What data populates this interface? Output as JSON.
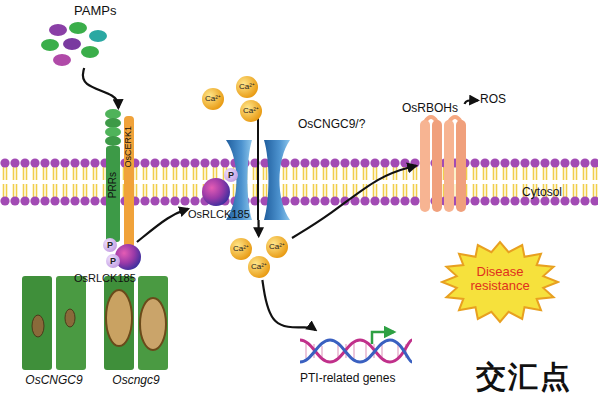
{
  "diagram": {
    "nodes": [
      {
        "text": [
          "PAMPs"
        ]
      },
      {
        "text": [
          "PRRs",
          "OsCERK1"
        ]
      },
      {
        "text": [
          "OsRLCK185"
        ]
      },
      {
        "text": [
          "OsRLCK185"
        ]
      },
      {
        "text": [
          "OsCNGC9/?"
        ]
      },
      {
        "text": [
          "Ca²⁺",
          "Ca²⁺",
          "Ca²⁺"
        ]
      },
      {
        "text": [
          "OsRBOHs"
        ]
      },
      {
        "text": [
          "ROS"
        ]
      },
      {
        "text": [
          "PTI-related genes"
        ]
      },
      {
        "text": [
          "Disease resistance"
        ]
      },
      {
        "text": [
          "OsCNGC9"
        ]
      },
      {
        "text": [
          "Oscngc9"
        ]
      }
    ],
    "edges": [
      {
        "from": 0,
        "to": 1,
        "arrow": "to"
      },
      {
        "from": 2,
        "to": 3,
        "arrow": "to"
      },
      {
        "from": 4,
        "to": 5,
        "arrow": "to"
      },
      {
        "from": 5,
        "to": 6,
        "arrow": "to"
      },
      {
        "from": 5,
        "to": 8,
        "arrow": "to"
      },
      {
        "from": 6,
        "to": 7,
        "arrow": "to"
      }
    ],
    "labels": [
      "Ca²⁺",
      "Ca²⁺",
      "Ca²⁺",
      "P",
      "P",
      "P",
      "Cytosol",
      "交汇点"
    ]
  }
}
